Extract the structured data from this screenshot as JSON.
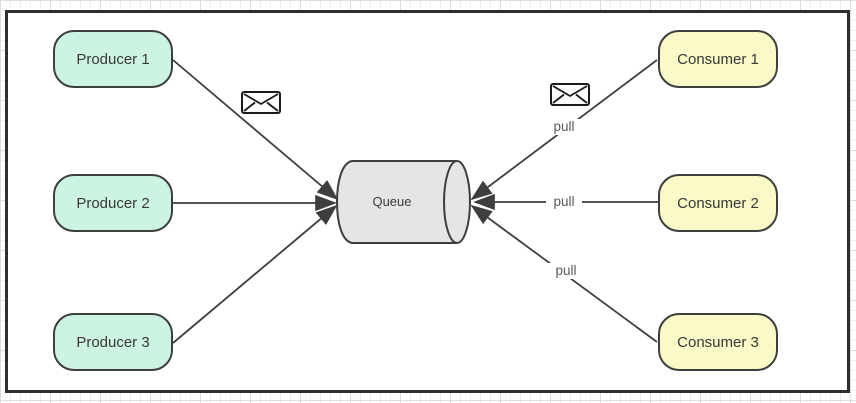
{
  "diagram": {
    "producers": [
      {
        "label": "Producer 1"
      },
      {
        "label": "Producer 2"
      },
      {
        "label": "Producer 3"
      }
    ],
    "queue": {
      "label": "Queue"
    },
    "consumers": [
      {
        "label": "Consumer 1",
        "edge_label": "pull"
      },
      {
        "label": "Consumer 2",
        "edge_label": "pull"
      },
      {
        "label": "Consumer 3",
        "edge_label": "pull"
      }
    ],
    "icons": {
      "producer_edge_icon": "envelope-icon",
      "consumer_edge_icon": "envelope-icon"
    },
    "colors": {
      "producer_fill": "#cdf4e2",
      "consumer_fill": "#fafac8",
      "queue_fill": "#e5e5e5",
      "node_border": "#3e3e3e",
      "edge_stroke": "#3e3e3e",
      "edge_label_text": "#595959",
      "frame_border": "#2f2f2f"
    }
  }
}
